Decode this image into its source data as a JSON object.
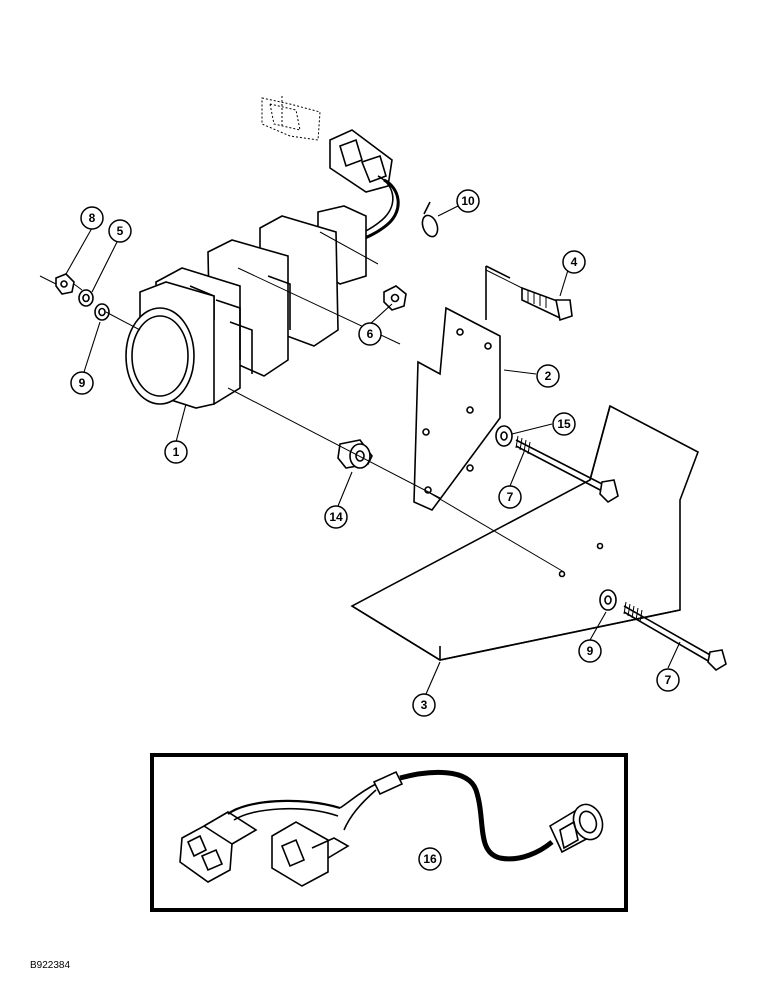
{
  "callouts": {
    "c1": "1",
    "c2": "2",
    "c3": "3",
    "c4": "4",
    "c5": "5",
    "c6": "6",
    "c7a": "7",
    "c7b": "7",
    "c8": "8",
    "c9a": "9",
    "c9b": "9",
    "c10": "10",
    "c14": "14",
    "c15": "15",
    "c16": "16"
  },
  "figure_id": "B922384"
}
